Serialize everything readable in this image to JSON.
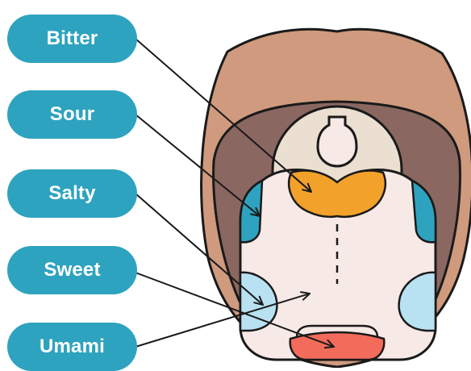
{
  "colors": {
    "label_pill": "#2ea3bf",
    "label_text": "#ffffff",
    "lips": "#cf9a7d",
    "mouth_interior": "#8a6760",
    "palate": "#eadfd0",
    "tongue": "#f7e9e6",
    "bitter_zone": "#f2a12a",
    "sour_zone": "#2ea3bf",
    "salty_sweet_zone": "#b8e1f2",
    "umami_zone": "#f26b5b",
    "outline": "#1a1a1a"
  },
  "labels": [
    {
      "key": "bitter",
      "text": "Bitter"
    },
    {
      "key": "sour",
      "text": "Sour"
    },
    {
      "key": "salty",
      "text": "Salty"
    },
    {
      "key": "sweet",
      "text": "Sweet"
    },
    {
      "key": "umami",
      "text": "Umami"
    }
  ]
}
